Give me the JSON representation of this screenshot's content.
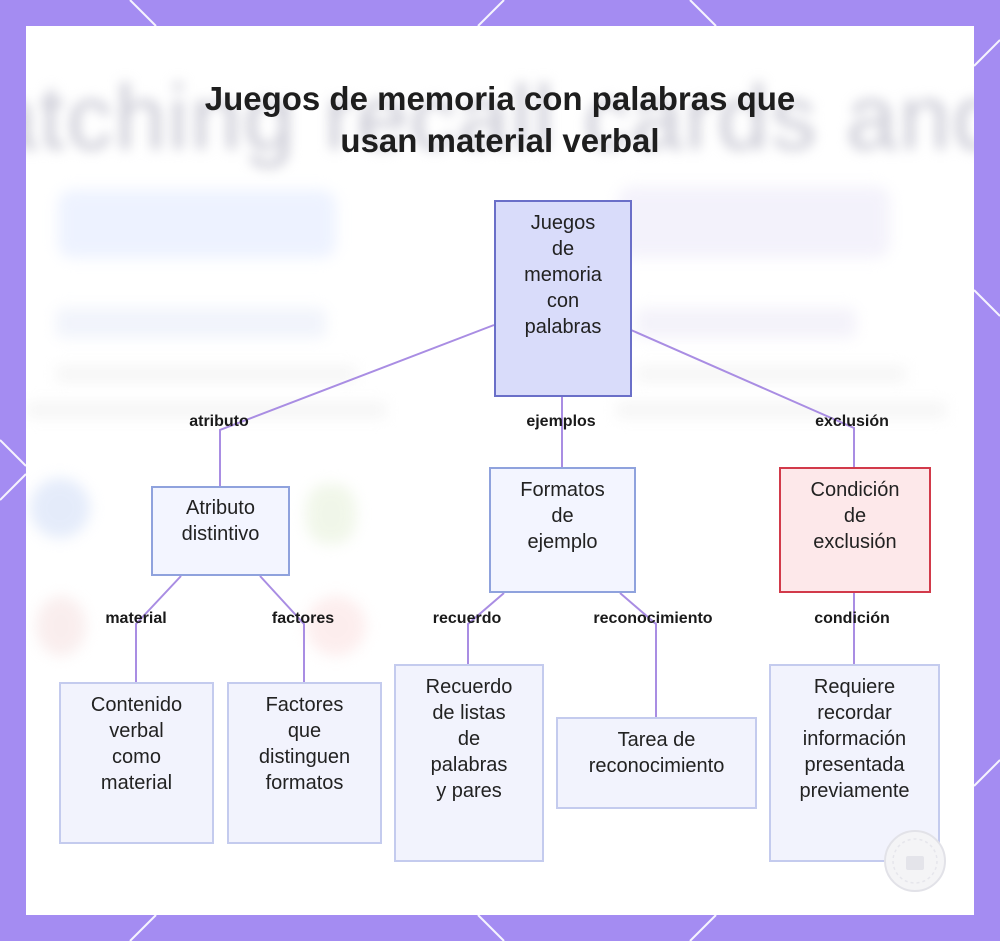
{
  "title_lines": [
    "Juegos de memoria con palabras que",
    "usan material verbal"
  ],
  "colors": {
    "frame": "#a48cf2",
    "edge": "#a98de3",
    "root_fill": "#d9dcfa",
    "root_border": "#6a6fc8",
    "node_fill": "#f3f5ff",
    "node_border": "#8fa2dd",
    "leaf_fill": "#f2f3fd",
    "leaf_border": "#c4cbee",
    "exclusion_fill": "#fde8ea",
    "exclusion_border": "#d23a4a"
  },
  "nodes": {
    "root": [
      "Juegos",
      "de",
      "memoria",
      "con",
      "palabras"
    ],
    "attribute": [
      "Atributo",
      "distintivo"
    ],
    "examples": [
      "Formatos",
      "de",
      "ejemplo"
    ],
    "exclusion": [
      "Condición",
      "de",
      "exclusión"
    ],
    "verbal_content": [
      "Contenido",
      "verbal",
      "como",
      "material"
    ],
    "factors": [
      "Factores",
      "que",
      "distinguen",
      "formatos"
    ],
    "recall": [
      "Recuerdo",
      "de listas",
      "de",
      "palabras",
      "y pares"
    ],
    "recognition": [
      "Tarea de",
      "reconocimiento"
    ],
    "requirement": [
      "Requiere",
      "recordar",
      "información",
      "presentada",
      "previamente"
    ]
  },
  "edge_labels": {
    "atributo": "atributo",
    "ejemplos": "ejemplos",
    "exclusion": "exclusión",
    "material": "material",
    "factores": "factores",
    "recuerdo": "recuerdo",
    "reconocimiento": "reconocimiento",
    "condicion": "condición"
  }
}
